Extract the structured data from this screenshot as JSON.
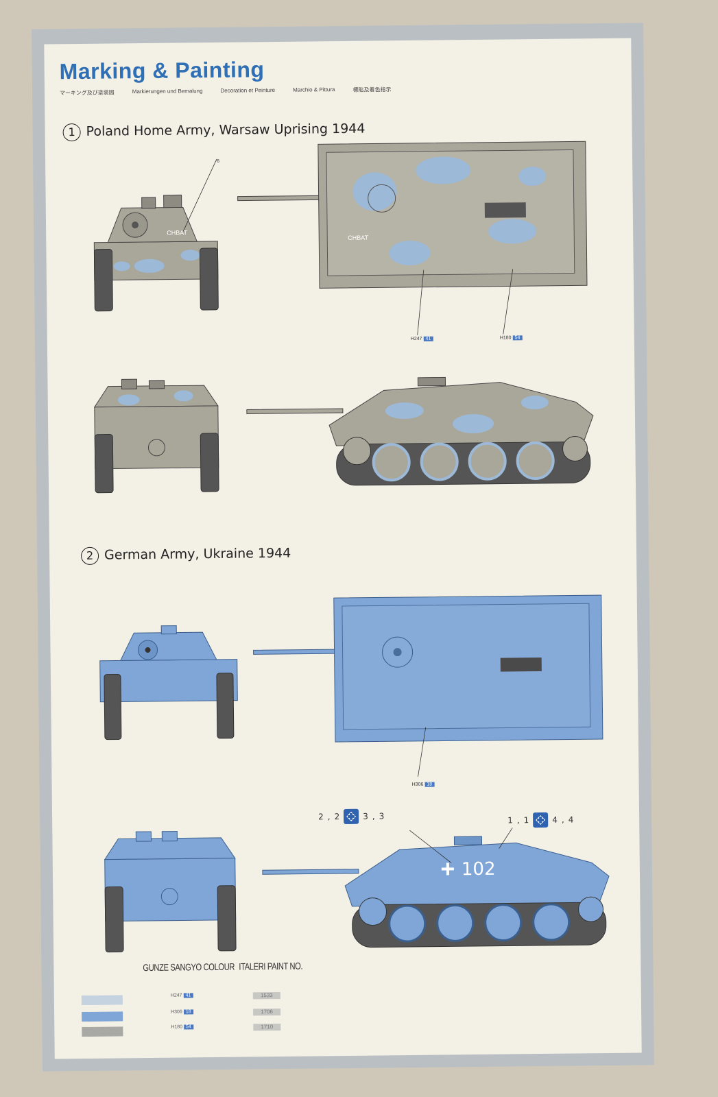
{
  "title": "Marking & Painting",
  "subtitles": [
    "マーキング及び塗装図",
    "Markierungen und Bemalung",
    "Decoration et Peinture",
    "Marchio & Pittura",
    "標貼及着色指示"
  ],
  "sections": [
    {
      "num": "1",
      "label": "Poland Home Army, Warsaw Uprising 1944"
    },
    {
      "num": "2",
      "label": "German Army, Ukraine 1944"
    }
  ],
  "callouts": {
    "s1_top_a": {
      "code": "H247",
      "num": "41"
    },
    "s1_top_b": {
      "code": "H180",
      "num": "54"
    },
    "s1_front_decal": "6",
    "s2_top": {
      "code": "H306",
      "num": "18"
    }
  },
  "decal_refs": {
    "left": [
      "2",
      "2",
      "3",
      "3"
    ],
    "right": [
      "1",
      "1",
      "4",
      "4"
    ]
  },
  "vehicle_markings": {
    "s1_text": "CHBAT",
    "s2_number": "102"
  },
  "colors": {
    "camo_grey": "#a9a69a",
    "camo_blue": "#9cb9d8",
    "german_blue": "#7fa6d6",
    "accent": "#2f6fb5"
  },
  "legend": {
    "gunze_header": "GUNZE SANGYO COLOUR",
    "italeri_header": "ITALERI PAINT NO.",
    "rows": [
      {
        "gunze_code": "H247",
        "gunze_num": "41",
        "italeri": "1533",
        "swatch": "#c5d2e0"
      },
      {
        "gunze_code": "H306",
        "gunze_num": "18",
        "italeri": "1706",
        "swatch": "#7fa6d6"
      },
      {
        "gunze_code": "H180",
        "gunze_num": "54",
        "italeri": "1710",
        "swatch": "#a8a8a4"
      }
    ]
  }
}
